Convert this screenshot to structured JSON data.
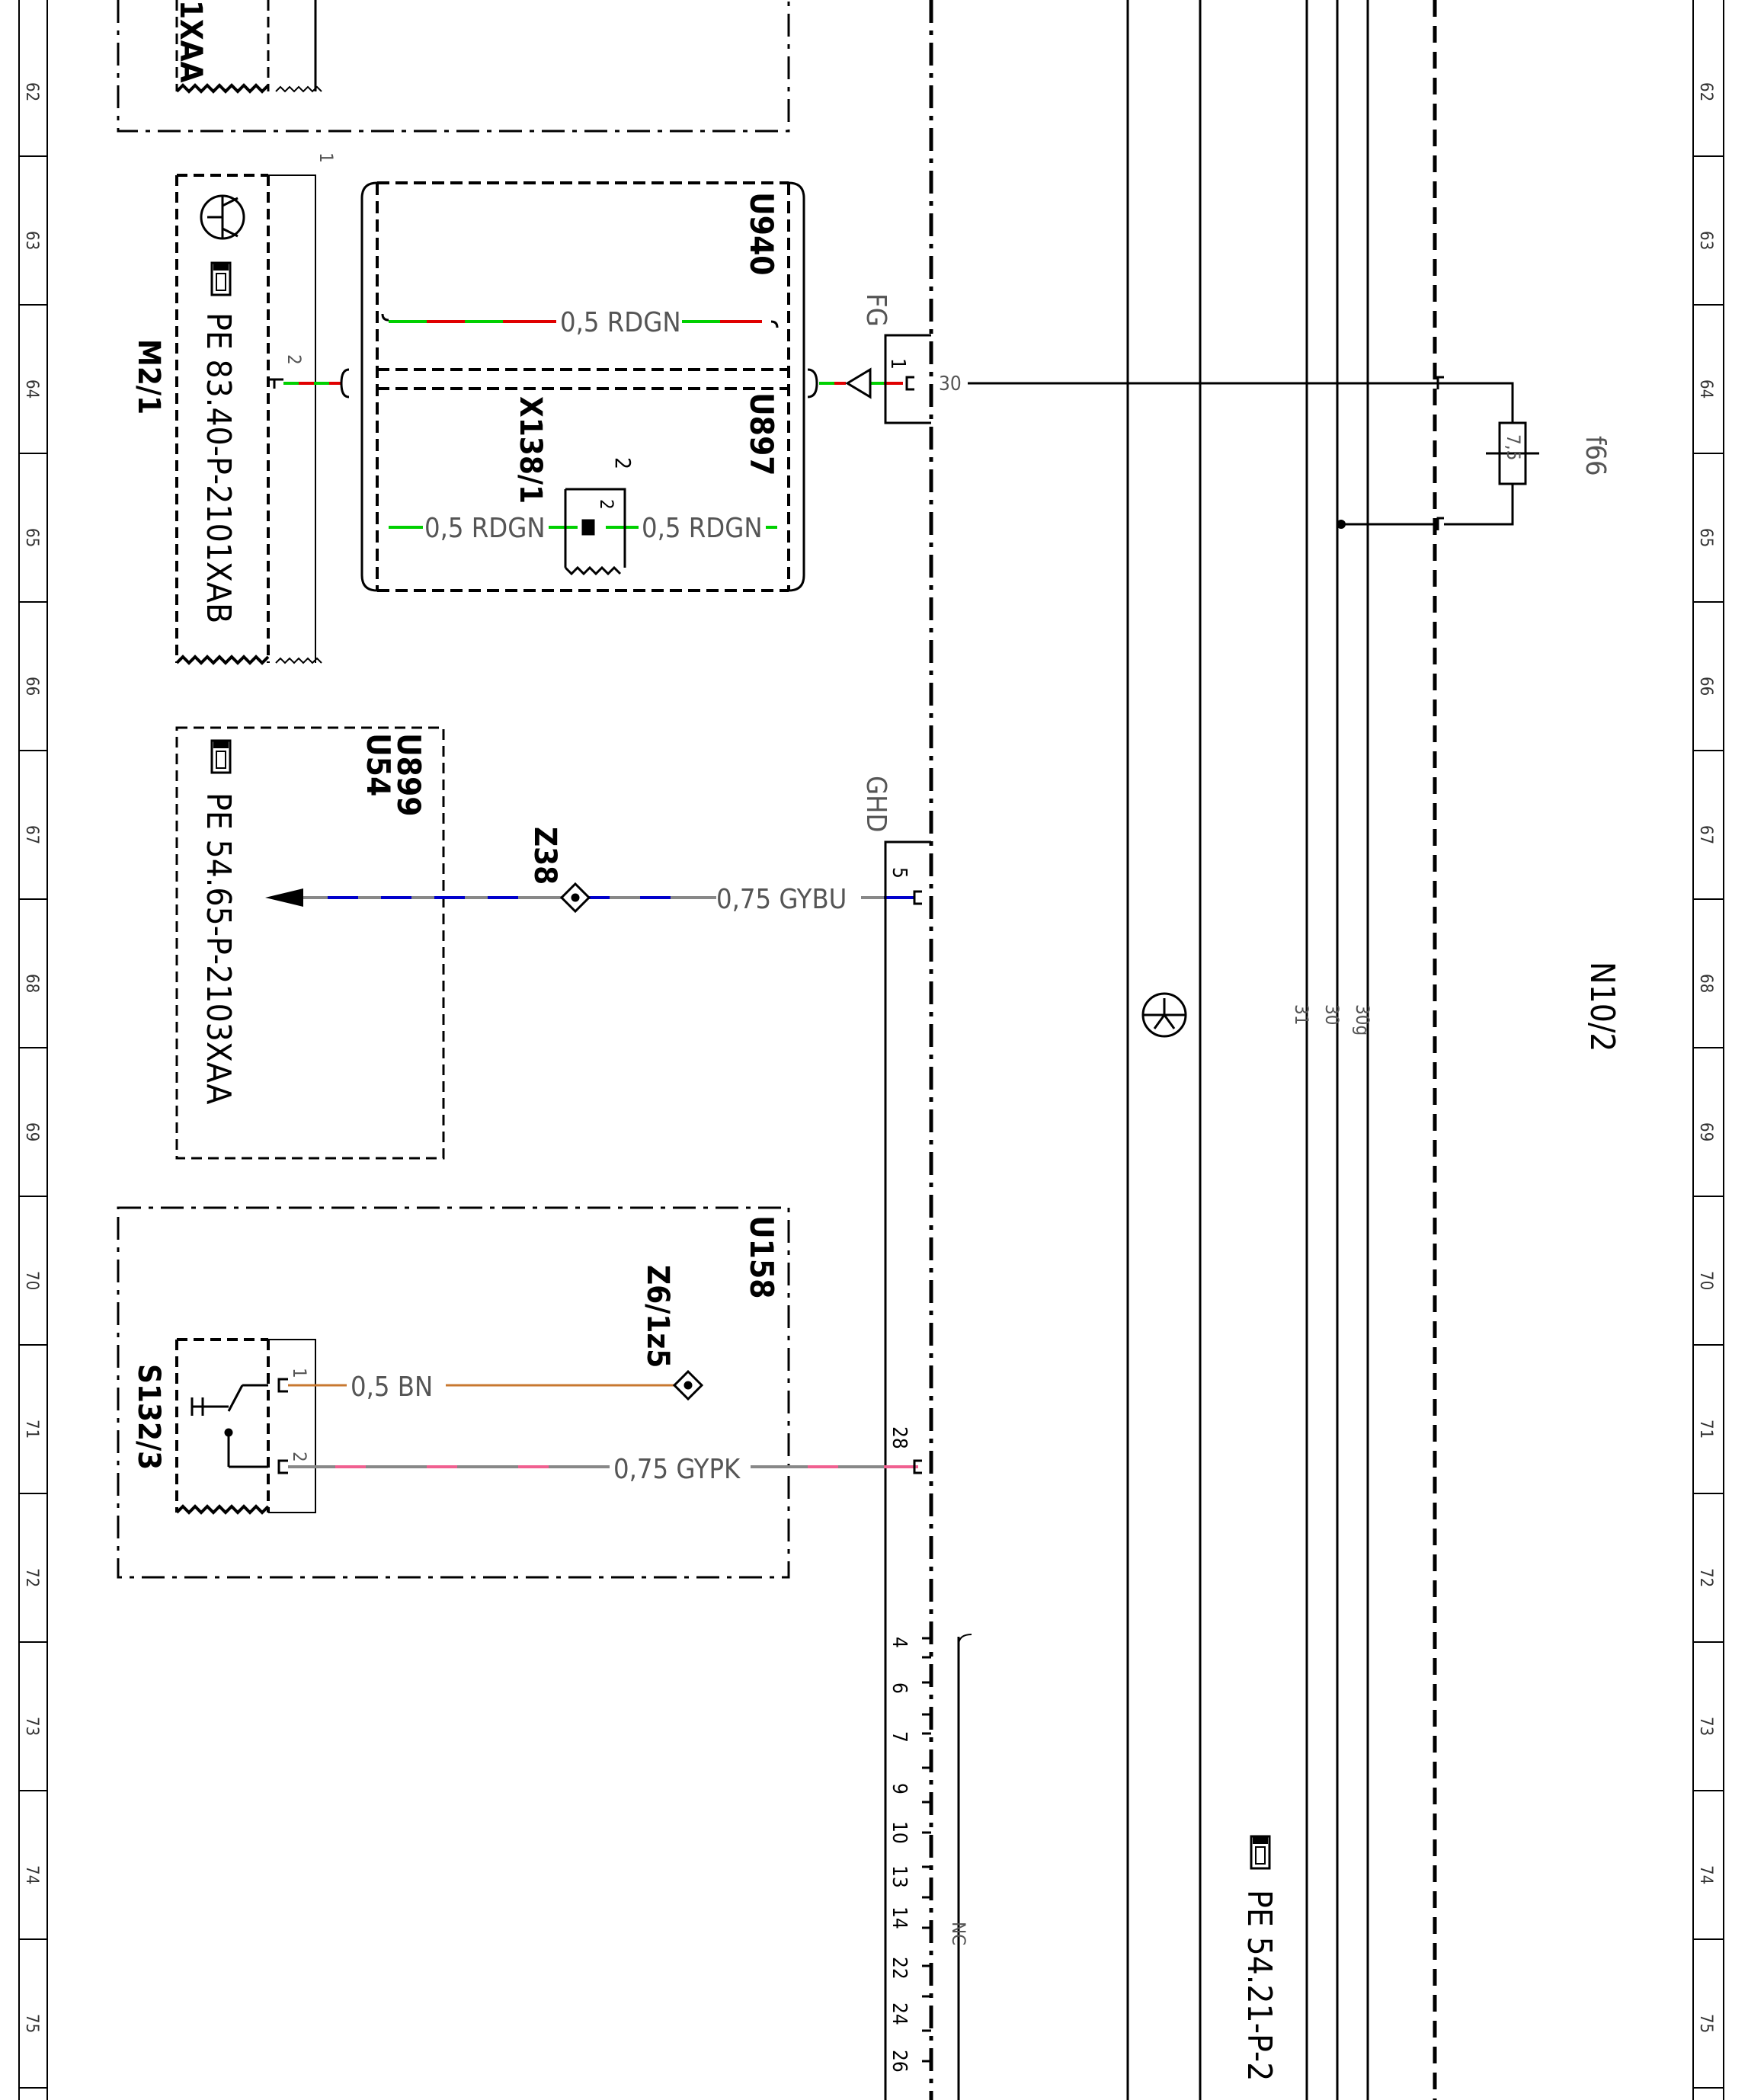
{
  "row_numbers": [
    "62",
    "63",
    "64",
    "65",
    "66",
    "67",
    "68",
    "69",
    "70",
    "71",
    "72",
    "73",
    "74",
    "75"
  ],
  "components": {
    "m2_1": {
      "id": "M2/1",
      "ref": "PE 83.40-P-2101XAB",
      "pin_2": "2",
      "pin_1": "1"
    },
    "top_partial": {
      "ref_fragment": "1XAA"
    },
    "u940": {
      "id": "U940",
      "wire": "0,5 RDGN"
    },
    "u897": {
      "id": "U897"
    },
    "x138_1": {
      "id": "X138/1",
      "pin": "2",
      "pin_inner": "2",
      "wire_left": "0,5 RDGN",
      "wire_right": "0,5 RDGN"
    },
    "u899": {
      "id_1": "U899",
      "id_2": "U54",
      "ref": "PE 54.65-P-2103XAA"
    },
    "z38": {
      "id": "Z38"
    },
    "u158": {
      "id": "U158"
    },
    "z6_1z5": {
      "id": "Z6/1z5"
    },
    "s132_3": {
      "id": "S132/3",
      "pin_1": "1",
      "pin_2": "2",
      "wire_1": "0,5 BN",
      "wire_2": "0,75 GYPK"
    },
    "n10_2": {
      "id": "N10/2",
      "ref": "PE 54.21-P-2"
    },
    "f66": {
      "id": "f66",
      "rating": "7,5"
    }
  },
  "connectors": {
    "fg": {
      "id": "FG",
      "pin": "1",
      "terminal": "30"
    },
    "ghd": {
      "id": "GHD",
      "pin": "5",
      "wire": "0,75 GYBU"
    },
    "pin_28": {
      "pin": "28"
    },
    "nc": {
      "label": "NC",
      "pins": [
        "4",
        "6",
        "7",
        "9",
        "10",
        "13",
        "14",
        "22",
        "24",
        "26"
      ]
    }
  },
  "bus_labels": {
    "t31": "31",
    "t30": "30",
    "t30g": "30g"
  },
  "colors": {
    "red": "#e00000",
    "green": "#00d000",
    "blue": "#0000cc",
    "gray": "#888888",
    "brown": "#c87830",
    "pink": "#f06090",
    "black": "#000000"
  },
  "icons": [
    "ground-transistor-icon",
    "hand-reference-icon",
    "arrow-left-icon",
    "splice-diamond-icon"
  ]
}
